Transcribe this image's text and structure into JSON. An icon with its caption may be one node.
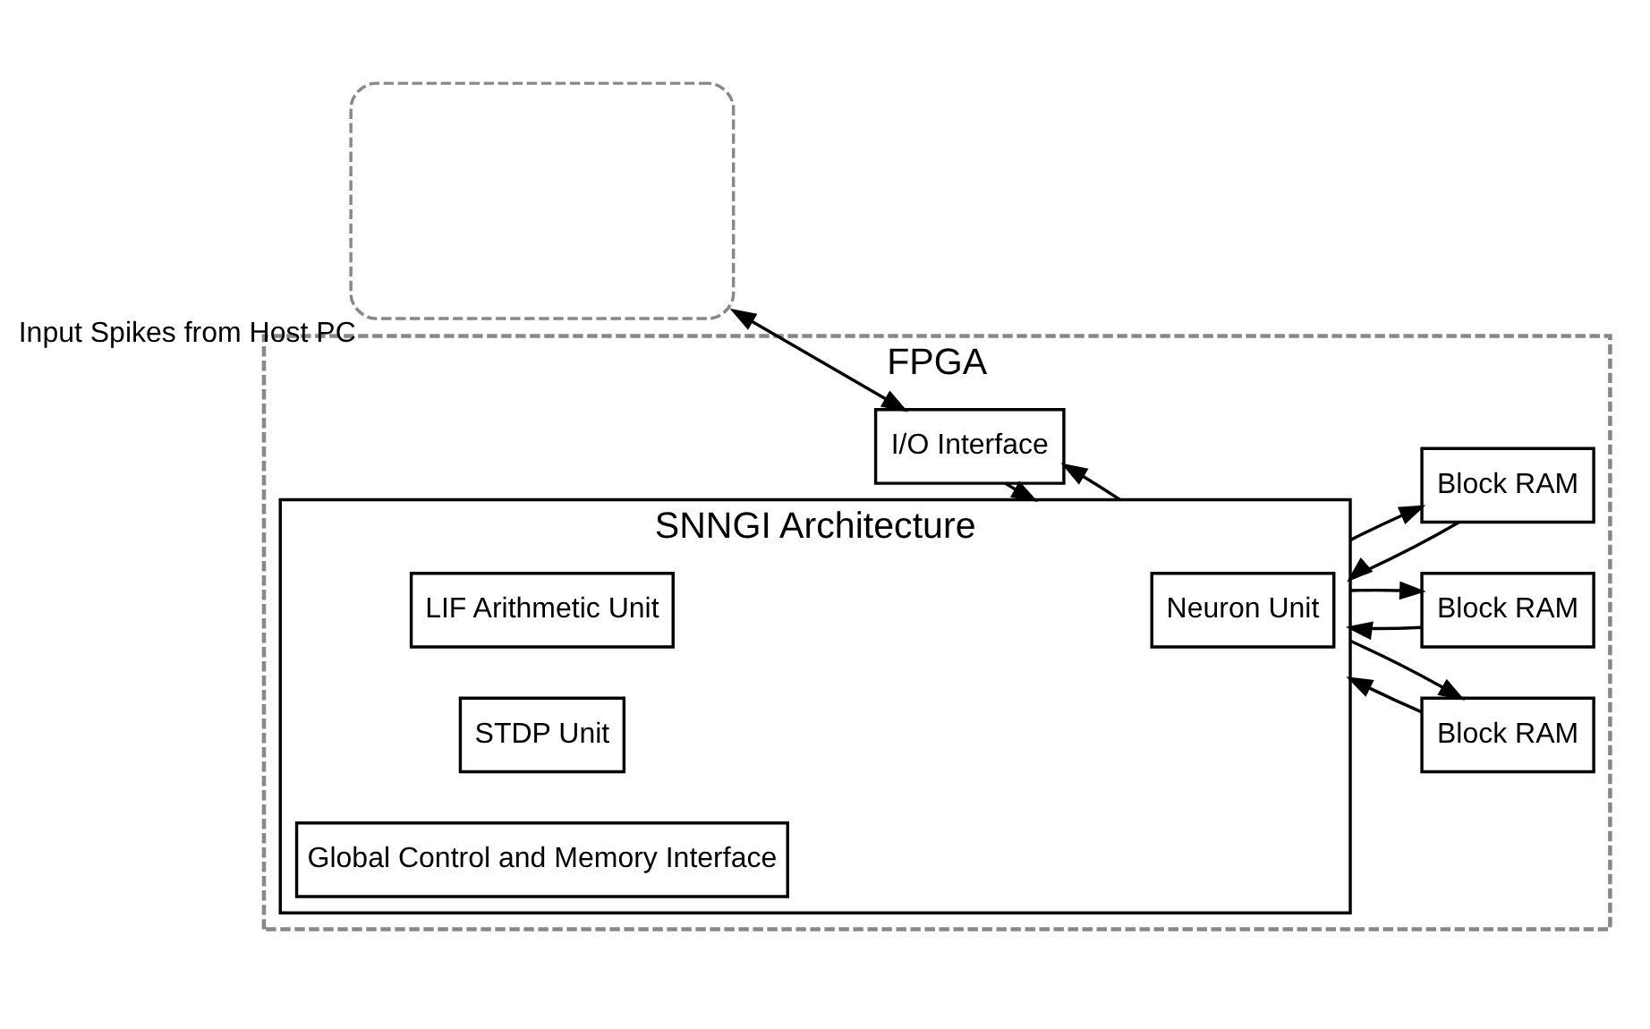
{
  "diagram": {
    "nodes": [
      {
        "text": [],
        "shape": "box",
        "beside": [
          "Input Spikes from Host PC"
        ]
      },
      {
        "text": [
          "FPGA"
        ]
      },
      {
        "text": [
          "I/O Interface"
        ],
        "in": 1
      },
      {
        "text": [
          "SNNGI Architecture"
        ],
        "in": 1
      },
      {
        "text": [
          "Neuron Unit"
        ],
        "in": 3
      },
      {
        "text": [
          "LIF Arithmetic Unit"
        ],
        "in": 3
      },
      {
        "text": [
          "STDP Unit"
        ],
        "in": 3
      },
      {
        "text": [
          "Global Control and Memory Interface"
        ],
        "in": 3
      },
      {
        "text": [
          "Block RAM"
        ],
        "in": 1
      },
      {
        "text": [
          "Block RAM"
        ],
        "in": 1
      },
      {
        "text": [
          "Block RAM"
        ],
        "in": 1
      }
    ],
    "edges": [
      {
        "from": 0,
        "to": 2,
        "arrow": "both"
      },
      {
        "from": 2,
        "to": 3,
        "arrow": "to"
      },
      {
        "from": 3,
        "to": 2,
        "arrow": "to"
      },
      {
        "from": 8,
        "to": 3,
        "arrow": "to"
      },
      {
        "from": 3,
        "to": 8,
        "arrow": "to"
      },
      {
        "from": 9,
        "to": 3,
        "arrow": "to"
      },
      {
        "from": 3,
        "to": 9,
        "arrow": "to"
      },
      {
        "from": 10,
        "to": 3,
        "arrow": "to"
      },
      {
        "from": 3,
        "to": 10,
        "arrow": "to"
      }
    ]
  }
}
